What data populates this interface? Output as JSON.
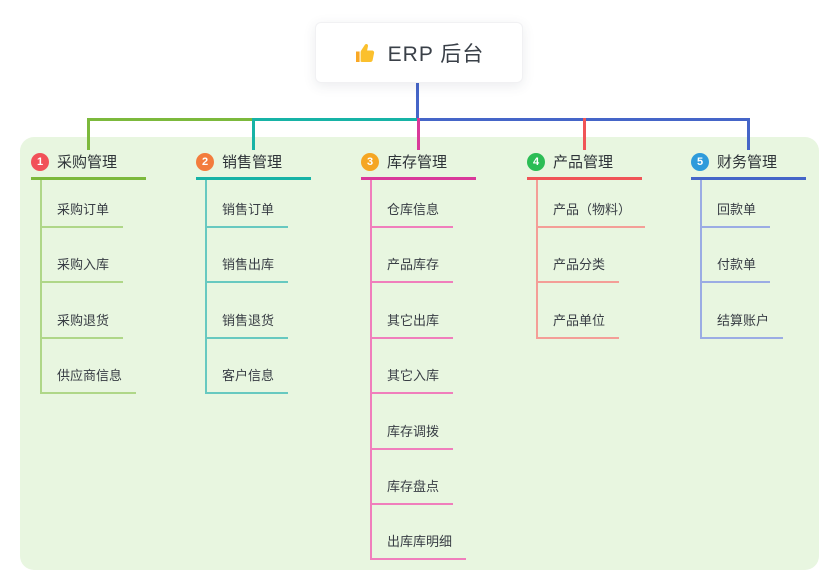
{
  "root": {
    "label": "ERP 后台",
    "icon": "thumbs-up-icon"
  },
  "branches": [
    {
      "index": "1",
      "label": "采购管理",
      "badge_color": "#F15159",
      "line_color": "#7CB93C",
      "child_line_color": "#AFD788",
      "children": [
        "采购订单",
        "采购入库",
        "采购退货",
        "供应商信息"
      ]
    },
    {
      "index": "2",
      "label": "销售管理",
      "badge_color": "#F37C3D",
      "line_color": "#17B3A6",
      "child_line_color": "#67C9C0",
      "children": [
        "销售订单",
        "销售出库",
        "销售退货",
        "客户信息"
      ]
    },
    {
      "index": "3",
      "label": "库存管理",
      "badge_color": "#F5A623",
      "line_color": "#D9399A",
      "child_line_color": "#F07EBC",
      "children": [
        "仓库信息",
        "产品库存",
        "其它出库",
        "其它入库",
        "库存调拨",
        "库存盘点",
        "出库库明细"
      ]
    },
    {
      "index": "4",
      "label": "产品管理",
      "badge_color": "#2CBD55",
      "line_color": "#F05457",
      "child_line_color": "#F49E97",
      "children": [
        "产品（物料）",
        "产品分类",
        "产品单位"
      ]
    },
    {
      "index": "5",
      "label": "财务管理",
      "badge_color": "#2E9BDB",
      "line_color": "#4565C8",
      "child_line_color": "#9BACE4",
      "children": [
        "回款单",
        "付款单",
        "结算账户"
      ]
    }
  ],
  "colors": {
    "root_connector": "#4565C8",
    "panel_bg": "#E8F6E0",
    "thumb_main": "#FBC02D",
    "thumb_cuff": "#F9A825"
  }
}
